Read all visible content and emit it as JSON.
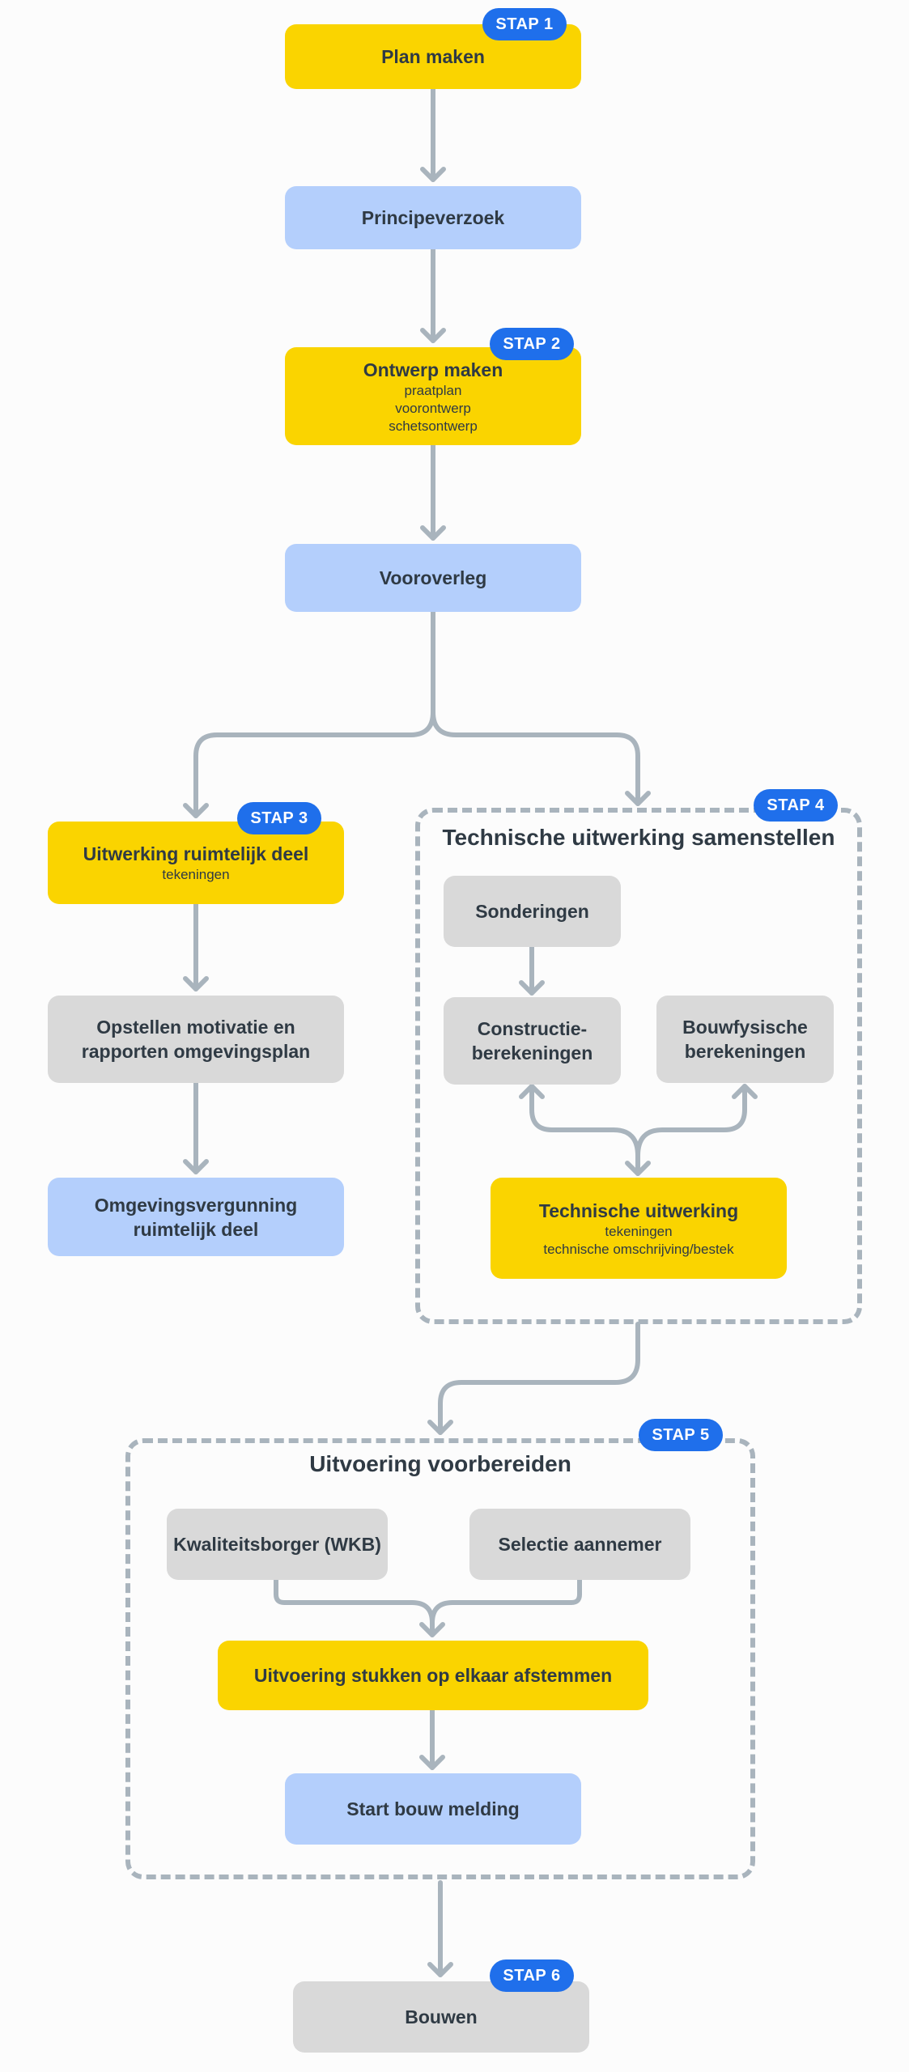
{
  "colors": {
    "yellow": "#fad400",
    "blue": "#b4cffc",
    "grey": "#d9d9d9",
    "badge": "#1f6feb",
    "connector": "#a9b4bd"
  },
  "badges": {
    "stap1": "STAP 1",
    "stap2": "STAP 2",
    "stap3": "STAP 3",
    "stap4": "STAP 4",
    "stap5": "STAP 5",
    "stap6": "STAP 6"
  },
  "nodes": {
    "plan_maken": {
      "title": "Plan maken"
    },
    "principeverzoek": {
      "title": "Principeverzoek"
    },
    "ontwerp_maken": {
      "title": "Ontwerp maken",
      "sub": "praatplan\nvoorontwerp\nschetsontwerp"
    },
    "vooroverleg": {
      "title": "Vooroverleg"
    },
    "uitwerking_ruimtelijk": {
      "title": "Uitwerking ruimtelijk deel",
      "sub": "tekeningen"
    },
    "opstellen_motivatie": {
      "title": "Opstellen motivatie en\nrapporten omgevingsplan"
    },
    "omgevingsvergunning": {
      "title": "Omgevingsvergunning\nruimtelijk deel"
    },
    "sonderingen": {
      "title": "Sonderingen"
    },
    "constructie": {
      "title": "Constructie-\nberekeningen"
    },
    "bouwfysische": {
      "title": "Bouwfysische\nberekeningen"
    },
    "technische_uitwerking": {
      "title": "Technische uitwerking",
      "sub": "tekeningen\ntechnische omschrijving/bestek"
    },
    "kwaliteitsborger": {
      "title": "Kwaliteitsborger (WKB)"
    },
    "selectie_aannemer": {
      "title": "Selectie aannemer"
    },
    "uitvoering_stukken": {
      "title": "Uitvoering stukken op elkaar afstemmen"
    },
    "start_bouw": {
      "title": "Start bouw melding"
    },
    "bouwen": {
      "title": "Bouwen"
    }
  },
  "groups": {
    "technisch": {
      "title": "Technische uitwerking samenstellen"
    },
    "uitvoering": {
      "title": "Uitvoering voorbereiden"
    }
  }
}
